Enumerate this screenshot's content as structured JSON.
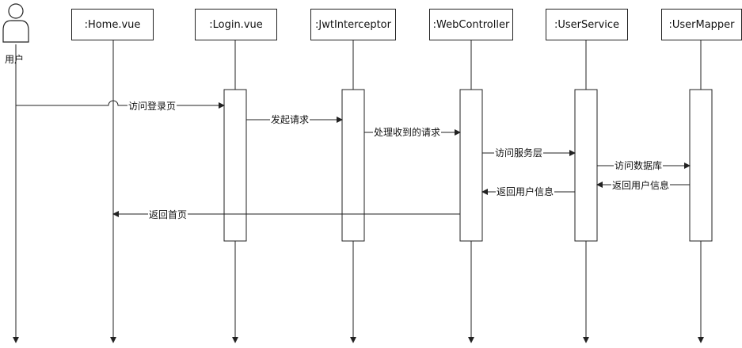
{
  "actor": {
    "label": "用户",
    "icon": "user-icon"
  },
  "participants": [
    {
      "id": "home",
      "label": ":Home.vue"
    },
    {
      "id": "login",
      "label": ":Login.vue"
    },
    {
      "id": "jwt",
      "label": ":JwtInterceptor"
    },
    {
      "id": "web",
      "label": ":WebController"
    },
    {
      "id": "service",
      "label": ":UserService"
    },
    {
      "id": "mapper",
      "label": ":UserMapper"
    }
  ],
  "messages": [
    {
      "from": "user",
      "to": "login",
      "label": "访问登录页",
      "style": "solid"
    },
    {
      "from": "login",
      "to": "jwt",
      "label": "发起请求",
      "style": "solid"
    },
    {
      "from": "jwt",
      "to": "web",
      "label": "处理收到的请求",
      "style": "solid"
    },
    {
      "from": "web",
      "to": "service",
      "label": "访问服务层",
      "style": "solid"
    },
    {
      "from": "service",
      "to": "mapper",
      "label": "访问数据库",
      "style": "solid"
    },
    {
      "from": "mapper",
      "to": "service",
      "label": "返回用户信息",
      "style": "solid"
    },
    {
      "from": "service",
      "to": "web",
      "label": "返回用户信息",
      "style": "solid"
    },
    {
      "from": "web",
      "to": "home",
      "label": "返回首页",
      "style": "solid"
    }
  ],
  "colors": {
    "line": "#222222",
    "fill": "#ffffff"
  }
}
